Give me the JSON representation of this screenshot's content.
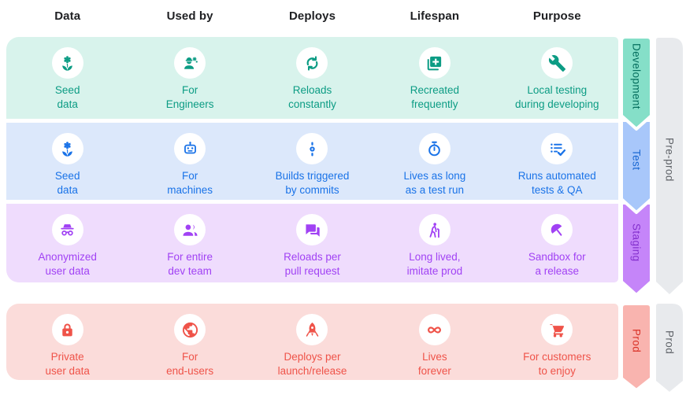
{
  "columns": [
    "Data",
    "Used by",
    "Deploys",
    "Lifespan",
    "Purpose"
  ],
  "environments": [
    {
      "name": "Development",
      "group": "Pre-prod",
      "colors": {
        "bg": "#d8f3ec",
        "text": "#0c9c84",
        "ribbon": "#85dfc8",
        "ribbon_text": "#046e5d"
      },
      "cells": [
        {
          "icon": "seed-icon",
          "label": "Seed\ndata"
        },
        {
          "icon": "engineer-icon",
          "label": "For\nEngineers"
        },
        {
          "icon": "sync-icon",
          "label": "Reloads\nconstantly"
        },
        {
          "icon": "copy-add-icon",
          "label": "Recreated\nfrequently"
        },
        {
          "icon": "wrench-icon",
          "label": "Local testing\nduring developing"
        }
      ]
    },
    {
      "name": "Test",
      "group": "Pre-prod",
      "colors": {
        "bg": "#dce8fb",
        "text": "#1a73e8",
        "ribbon": "#a8c7fa",
        "ribbon_text": "#1967d2"
      },
      "cells": [
        {
          "icon": "seed-icon",
          "label": "Seed\ndata"
        },
        {
          "icon": "robot-icon",
          "label": "For\nmachines"
        },
        {
          "icon": "commit-icon",
          "label": "Builds triggered\nby commits"
        },
        {
          "icon": "timer-icon",
          "label": "Lives as long\nas a test run"
        },
        {
          "icon": "checklist-icon",
          "label": "Runs automated\ntests & QA"
        }
      ]
    },
    {
      "name": "Staging",
      "group": "Pre-prod",
      "colors": {
        "bg": "#efdcfd",
        "text": "#a142f4",
        "ribbon": "#c585f9",
        "ribbon_text": "#8430ce"
      },
      "cells": [
        {
          "icon": "incognito-icon",
          "label": "Anonymized\nuser data"
        },
        {
          "icon": "group-icon",
          "label": "For entire\ndev team"
        },
        {
          "icon": "chat-icon",
          "label": "Reloads per\npull request"
        },
        {
          "icon": "elderly-icon",
          "label": "Long lived,\nimitate prod"
        },
        {
          "icon": "umbrella-icon",
          "label": "Sandbox for\na release"
        }
      ]
    },
    {
      "name": "Prod",
      "group": "Prod",
      "colors": {
        "bg": "#fbdcda",
        "text": "#ef5349",
        "ribbon": "#f9b4af",
        "ribbon_text": "#d93025"
      },
      "cells": [
        {
          "icon": "lock-icon",
          "label": "Private\nuser data"
        },
        {
          "icon": "globe-icon",
          "label": "For\nend-users"
        },
        {
          "icon": "rocket-icon",
          "label": "Deploys per\nlaunch/release"
        },
        {
          "icon": "infinity-icon",
          "label": "Lives\nforever"
        },
        {
          "icon": "cart-icon",
          "label": "For customers\nto enjoy"
        }
      ]
    }
  ],
  "group_ribbons": [
    {
      "label": "Pre-prod",
      "colors": {
        "fill": "#e8eaed",
        "text": "#5f6368"
      }
    },
    {
      "label": "Prod",
      "colors": {
        "fill": "#e8eaed",
        "text": "#5f6368"
      }
    }
  ]
}
